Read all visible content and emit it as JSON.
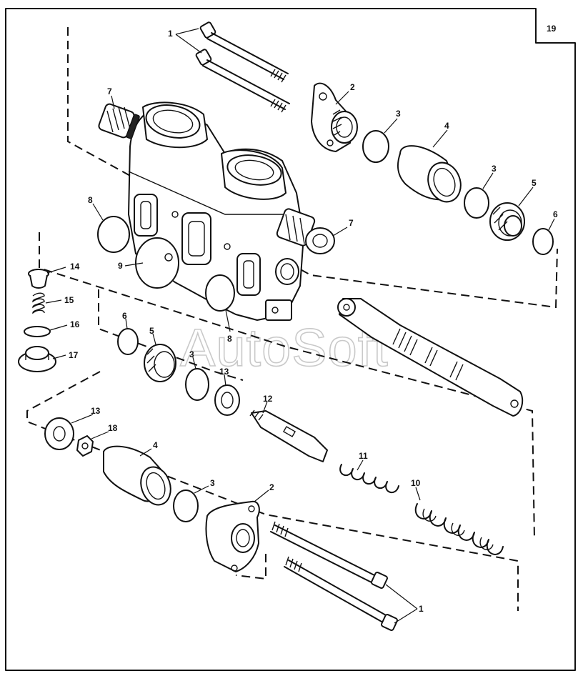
{
  "diagram": {
    "sheet_number": "19",
    "watermark": "AutoSoft",
    "callouts": {
      "c1_top": "1",
      "c2_top": "2",
      "c3_a": "3",
      "c4_top": "4",
      "c3_b": "3",
      "c5_top": "5",
      "c6_top": "6",
      "c7_left": "7",
      "c7_right": "7",
      "c8_left": "8",
      "c9": "9",
      "c8_bottom": "8",
      "c14": "14",
      "c15": "15",
      "c16": "16",
      "c17": "17",
      "c6_mid": "6",
      "c5_mid": "5",
      "c3_mid": "3",
      "c13_mid": "13",
      "c12": "12",
      "c13_low": "13",
      "c18": "18",
      "c4_low": "4",
      "c3_low": "3",
      "c2_low": "2",
      "c11": "11",
      "c10": "10",
      "c1_low": "1"
    }
  }
}
